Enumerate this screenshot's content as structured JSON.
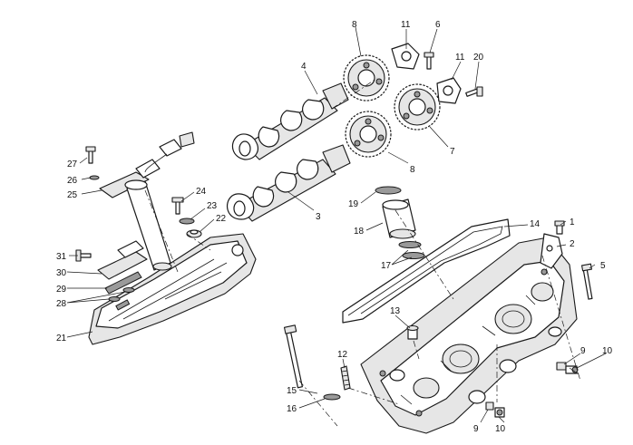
{
  "callouts": [
    {
      "id": "c8a",
      "text": "8"
    },
    {
      "id": "c11a",
      "text": "11"
    },
    {
      "id": "c6",
      "text": "6"
    },
    {
      "id": "c11b",
      "text": "11"
    },
    {
      "id": "c20",
      "text": "20"
    },
    {
      "id": "c4",
      "text": "4"
    },
    {
      "id": "c7",
      "text": "7"
    },
    {
      "id": "c8b",
      "text": "8"
    },
    {
      "id": "c3",
      "text": "3"
    },
    {
      "id": "c27",
      "text": "27"
    },
    {
      "id": "c26",
      "text": "26"
    },
    {
      "id": "c25",
      "text": "25"
    },
    {
      "id": "c24",
      "text": "24"
    },
    {
      "id": "c23",
      "text": "23"
    },
    {
      "id": "c22",
      "text": "22"
    },
    {
      "id": "c19",
      "text": "19"
    },
    {
      "id": "c18",
      "text": "18"
    },
    {
      "id": "c14",
      "text": "14"
    },
    {
      "id": "c1",
      "text": "1"
    },
    {
      "id": "c2",
      "text": "2"
    },
    {
      "id": "c5",
      "text": "5"
    },
    {
      "id": "c17",
      "text": "17"
    },
    {
      "id": "c31",
      "text": "31"
    },
    {
      "id": "c30",
      "text": "30"
    },
    {
      "id": "c29",
      "text": "29"
    },
    {
      "id": "c28",
      "text": "28"
    },
    {
      "id": "c21",
      "text": "21"
    },
    {
      "id": "c13",
      "text": "13"
    },
    {
      "id": "c12",
      "text": "12"
    },
    {
      "id": "c15",
      "text": "15"
    },
    {
      "id": "c16",
      "text": "16"
    },
    {
      "id": "c9a",
      "text": "9"
    },
    {
      "id": "c10a",
      "text": "10"
    },
    {
      "id": "c9b",
      "text": "9"
    },
    {
      "id": "c10b",
      "text": "10"
    }
  ]
}
